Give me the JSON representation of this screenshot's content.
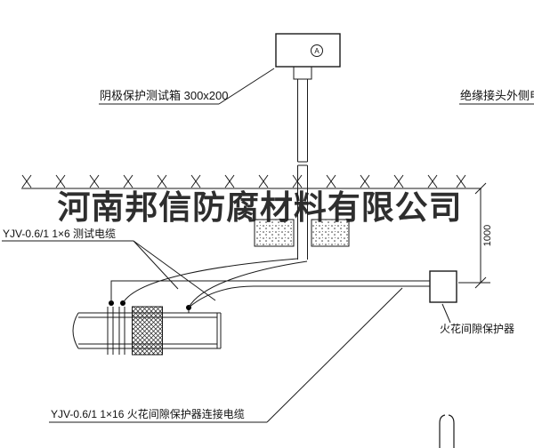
{
  "drawing": {
    "background": "#ffffff",
    "line_color": "#1a1a1a"
  },
  "labels": {
    "test_box": "阴极保护测试箱 300x200",
    "insulated_joint_cable": "绝缘接头外侧电缆",
    "test_cable": "YJV-0.6/1 1×6  测试电缆",
    "spark_gap_protector": "火花间隙保护器",
    "protector_cable": "YJV-0.6/1 1×16  火花间隙保护器连接电缆",
    "dimension": "1000",
    "meter_letter": "A"
  },
  "watermark": "河南邦信防腐材料有限公司"
}
